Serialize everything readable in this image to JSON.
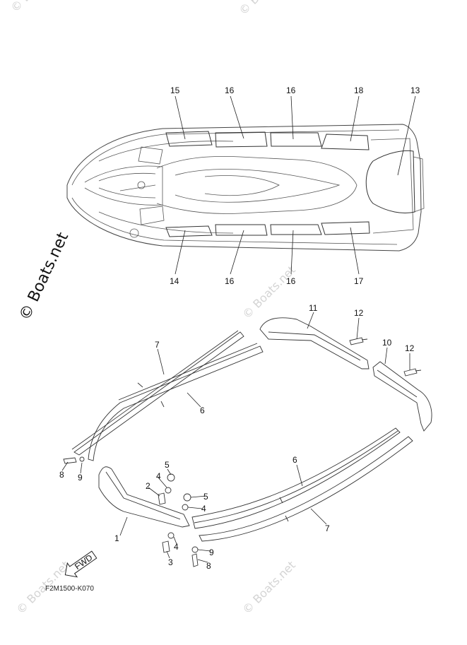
{
  "watermark": {
    "main": "© Boats.net",
    "faint": "© Boats.net"
  },
  "callouts": {
    "top": [
      "15",
      "16",
      "16",
      "18",
      "13"
    ],
    "bottom": [
      "14",
      "16",
      "16",
      "17"
    ],
    "lower": [
      "11",
      "12",
      "10",
      "12",
      "7",
      "6",
      "8",
      "9",
      "5",
      "2",
      "4",
      "5",
      "4",
      "1",
      "4",
      "3",
      "9",
      "8",
      "6",
      "7"
    ]
  },
  "fwd_label": "FWD",
  "diagram_code": "F2M1500-K070",
  "icons": [
    "copyright-icon",
    "fwd-arrow-icon"
  ]
}
